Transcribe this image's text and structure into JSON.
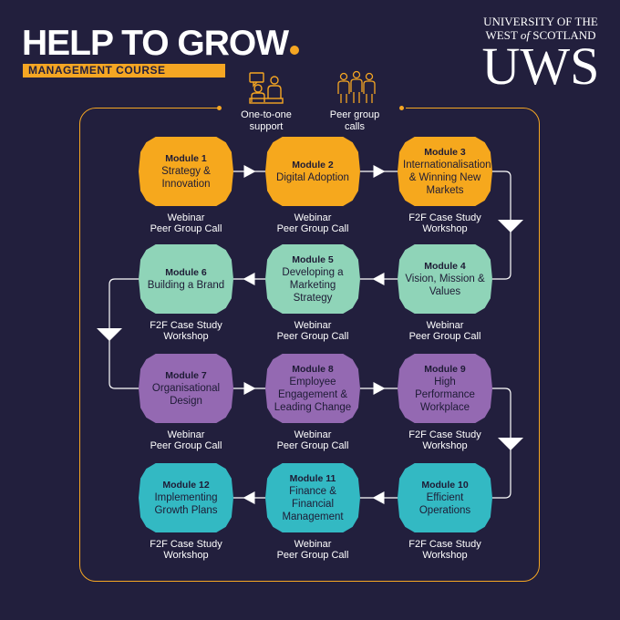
{
  "header": {
    "title": "HELP TO GROW",
    "subtitle": "MANAGEMENT COURSE",
    "university_line1": "UNIVERSITY OF THE",
    "university_line2_pre": "WEST ",
    "university_line2_italic": "of",
    "university_line2_post": " SCOTLAND",
    "university_logo": "UWS"
  },
  "top_items": [
    {
      "label": "One-to-one support",
      "icon": "one-to-one-icon"
    },
    {
      "label": "Peer group calls",
      "icon": "peer-group-icon"
    }
  ],
  "colors": {
    "background": "#221f3d",
    "orange": "#f6a81d",
    "green": "#8fd4b8",
    "purple": "#9469b2",
    "teal": "#33b9c3"
  },
  "modules": [
    {
      "title": "Module 1",
      "name": "Strategy & Innovation",
      "sub1": "Webinar",
      "sub2": "Peer Group Call",
      "color": "orange"
    },
    {
      "title": "Module 2",
      "name": "Digital Adoption",
      "sub1": "Webinar",
      "sub2": "Peer Group Call",
      "color": "orange"
    },
    {
      "title": "Module 3",
      "name": "Internationalisation & Winning New Markets",
      "sub1": "F2F Case Study",
      "sub2": "Workshop",
      "color": "orange"
    },
    {
      "title": "Module 4",
      "name": "Vision, Mission & Values",
      "sub1": "Webinar",
      "sub2": "Peer Group Call",
      "color": "green"
    },
    {
      "title": "Module 5",
      "name": "Developing a Marketing Strategy",
      "sub1": "Webinar",
      "sub2": "Peer Group Call",
      "color": "green"
    },
    {
      "title": "Module 6",
      "name": "Building a Brand",
      "sub1": "F2F Case Study",
      "sub2": "Workshop",
      "color": "green"
    },
    {
      "title": "Module 7",
      "name": "Organisational Design",
      "sub1": "Webinar",
      "sub2": "Peer Group Call",
      "color": "purple"
    },
    {
      "title": "Module 8",
      "name": "Employee Engagement & Leading Change",
      "sub1": "Webinar",
      "sub2": "Peer Group Call",
      "color": "purple"
    },
    {
      "title": "Module 9",
      "name": "High Performance Workplace",
      "sub1": "F2F Case Study",
      "sub2": "Workshop",
      "color": "purple"
    },
    {
      "title": "Module 10",
      "name": "Efficient Operations",
      "sub1": "F2F Case Study",
      "sub2": "Workshop",
      "color": "teal"
    },
    {
      "title": "Module 11",
      "name": "Finance & Financial Management",
      "sub1": "Webinar",
      "sub2": "Peer Group Call",
      "color": "teal"
    },
    {
      "title": "Module 12",
      "name": "Implementing Growth Plans",
      "sub1": "F2F Case Study",
      "sub2": "Workshop",
      "color": "teal"
    }
  ]
}
